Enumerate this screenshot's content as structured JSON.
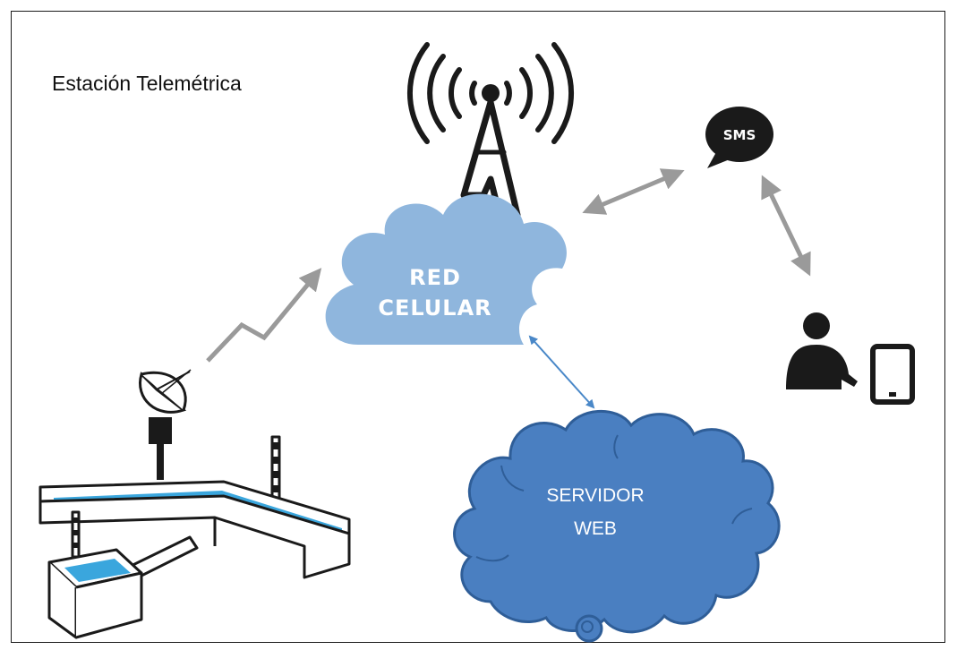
{
  "title": "Estación Telemétrica",
  "cellular_cloud": {
    "line1": "RED",
    "line2": "CELULAR",
    "color": "#8fb6dd"
  },
  "server_cloud": {
    "line1": "SERVIDOR",
    "line2": "WEB",
    "color": "#4a7fc1",
    "stroke": "#2f5e98"
  },
  "sms": {
    "label": "SMS"
  },
  "colors": {
    "arrow_gray": "#9a9a9a",
    "arrow_blue": "#4a88c8",
    "water": "#3aa6dd",
    "ink": "#1a1a1a"
  },
  "icons": [
    "antenna-tower-icon",
    "satellite-dish-icon",
    "water-channel-icon",
    "sms-bubble-icon",
    "person-icon",
    "smartphone-icon"
  ]
}
